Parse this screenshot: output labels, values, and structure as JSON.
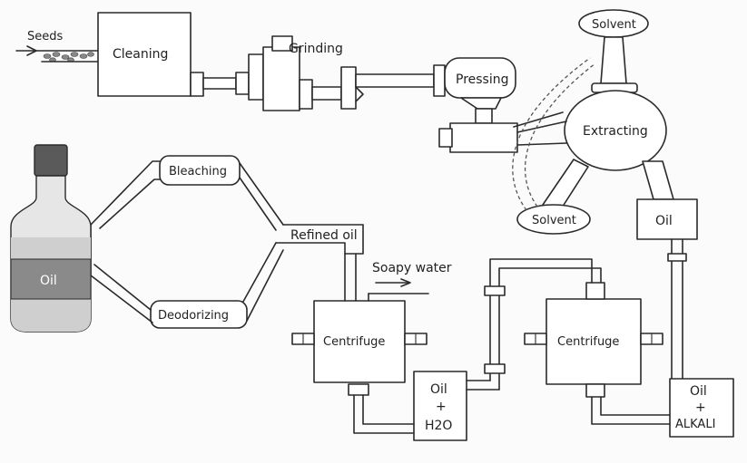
{
  "labels": {
    "seeds": "Seeds",
    "cleaning": "Cleaning",
    "grinding": "Grinding",
    "pressing": "Pressing",
    "solvent_top": "Solvent",
    "extracting": "Extracting",
    "solvent_bottom": "Solvent",
    "oil_tank": "Oil",
    "bleaching": "Bleaching",
    "refined_oil": "Refined oil",
    "deodorizing": "Deodorizing",
    "soapy_water": "Soapy water",
    "centrifuge_left": "Centrifuge",
    "centrifuge_right": "Centrifuge",
    "oil_h2o_line1": "Oil",
    "oil_h2o_line2": "+",
    "oil_h2o_line3": "H2O",
    "oil_alkali_line1": "Oil",
    "oil_alkali_line2": "+",
    "oil_alkali_line3": "ALKALI",
    "bottle_label": "Oil"
  },
  "colors": {
    "line": "#2a2a2a",
    "bottle_glass": "#e6e6e6",
    "bottle_oil": "#8a8a8a",
    "bottle_cap": "#5a5a5a"
  }
}
